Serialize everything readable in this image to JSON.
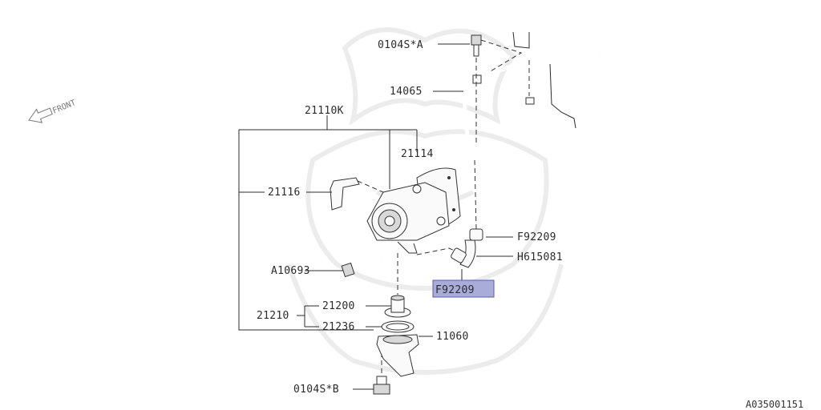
{
  "diagram": {
    "front_label": "FRONT",
    "reference_code": "A035001151",
    "labels": {
      "bolt_a": "0104S*A",
      "pipe": "14065",
      "pump_assy": "21110K",
      "gasket": "21114",
      "bracket": "21116",
      "clip_upper": "F92209",
      "hose": "H615081",
      "clip_highlighted": "F92209",
      "stud": "A10693",
      "thermostat": "21200",
      "thermostat_assy": "21210",
      "thermostat_gasket": "21236",
      "thermostat_cover": "11060",
      "bolt_b": "0104S*B"
    }
  }
}
